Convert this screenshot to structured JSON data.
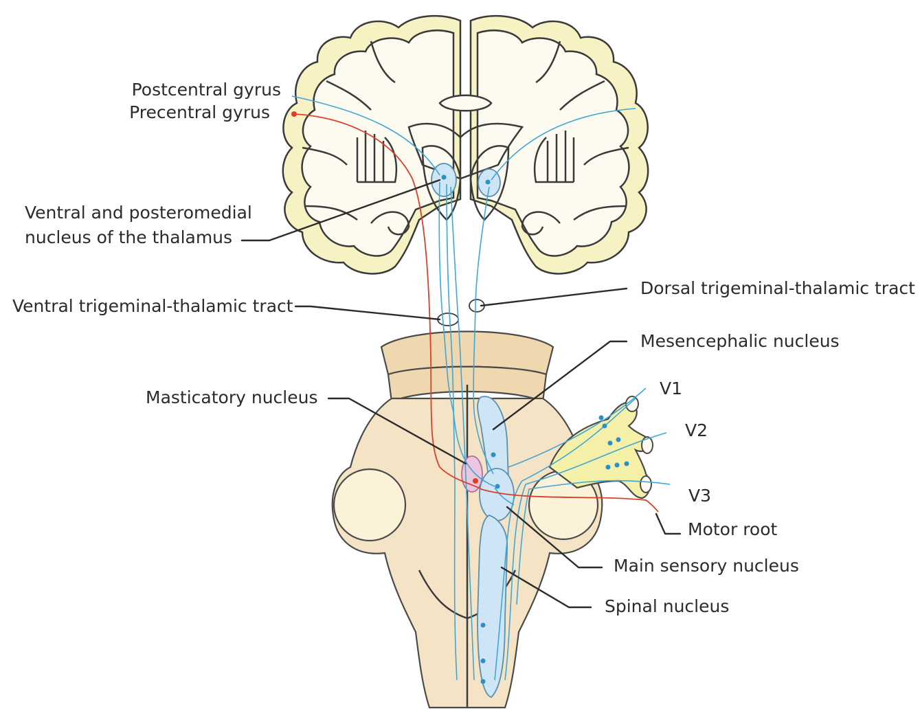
{
  "labels": {
    "postcentral_gyrus": "Postcentral gyrus",
    "precentral_gyrus": "Precentral gyrus",
    "thalamus_line1": "Ventral and posteromedial",
    "thalamus_line2": "nucleus of the thalamus",
    "dorsal_tract": "Dorsal trigeminal-thalamic tract",
    "ventral_tract": "Ventral trigeminal-thalamic tract",
    "mesencephalic_nucleus": "Mesencephalic nucleus",
    "masticatory_nucleus": "Masticatory nucleus",
    "v1": "V1",
    "v2": "V2",
    "v3": "V3",
    "motor_root": "Motor root",
    "main_sensory_nucleus": "Main sensory nucleus",
    "spinal_nucleus": "Spinal nucleus"
  },
  "colors": {
    "sensory_fiber": "#3fa6d6",
    "motor_fiber": "#d8402c",
    "cortex": "#f7f2c4",
    "brainstem": "#f4e3c4",
    "sensory_nucleus": "#cde5f5",
    "motor_nucleus": "#ecc6dd",
    "ganglion": "#f4f0a8"
  }
}
